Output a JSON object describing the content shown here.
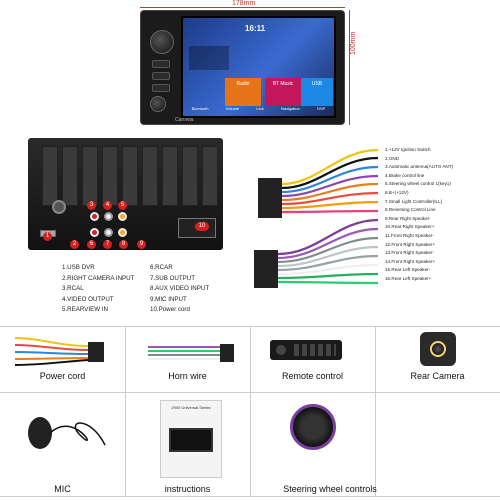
{
  "dimensions": {
    "width_label": "178mm",
    "height_label": "100mm"
  },
  "stereo": {
    "time": "16:11",
    "tiles": [
      "Radio",
      "BT Music",
      "USB"
    ],
    "bottom_labels": [
      "Bluetooth",
      "Volume",
      "Link",
      "Navigation",
      "DSP"
    ],
    "brand": "Carolvia"
  },
  "connector_badges": [
    "1",
    "2",
    "3",
    "4",
    "5",
    "6",
    "7",
    "8",
    "9",
    "10"
  ],
  "legend": {
    "left": [
      "1.USB DVR",
      "2.RIGHT CAMERA INPUT",
      "3.RCAL",
      "4.VIDEO OUTPUT",
      "5.REARVIEW IN"
    ],
    "right": [
      "6.RCAR",
      "7.SUB OUTPUT",
      "8.AUX VIDEO INPUT",
      "9.MIC INPUT",
      "10.Power cord"
    ]
  },
  "wire_labels": [
    "1.+12V Ignition Switch",
    "2.GND",
    "3.Automatic antenna(AUTO ANT)",
    "4.Brake control line",
    "5.Steering wheel control 1(key1)",
    "6.B+(+12V)",
    "7.Small Light Controller(ILL)",
    "8.Reversing Control Line",
    "9.Rear Right Speaker-",
    "10.Rear Right Speaker+",
    "11.Front Right Speaker-",
    "12.Front Right Speaker+",
    "13.Front Right Speaker-",
    "14.Front Right Speaker+",
    "15.Rear Left Speaker-",
    "16.Rear Left Speaker+"
  ],
  "accessories": {
    "row1": [
      "Power cord",
      "Horn wire",
      "Remote control",
      "Rear Camera"
    ],
    "row2": [
      "MIC",
      "instructions",
      "Steering wheel controls"
    ]
  },
  "booklet_title": "2900 Universal Series",
  "colors": {
    "accent_red": "#c0392b",
    "badge_red": "#d62020"
  }
}
